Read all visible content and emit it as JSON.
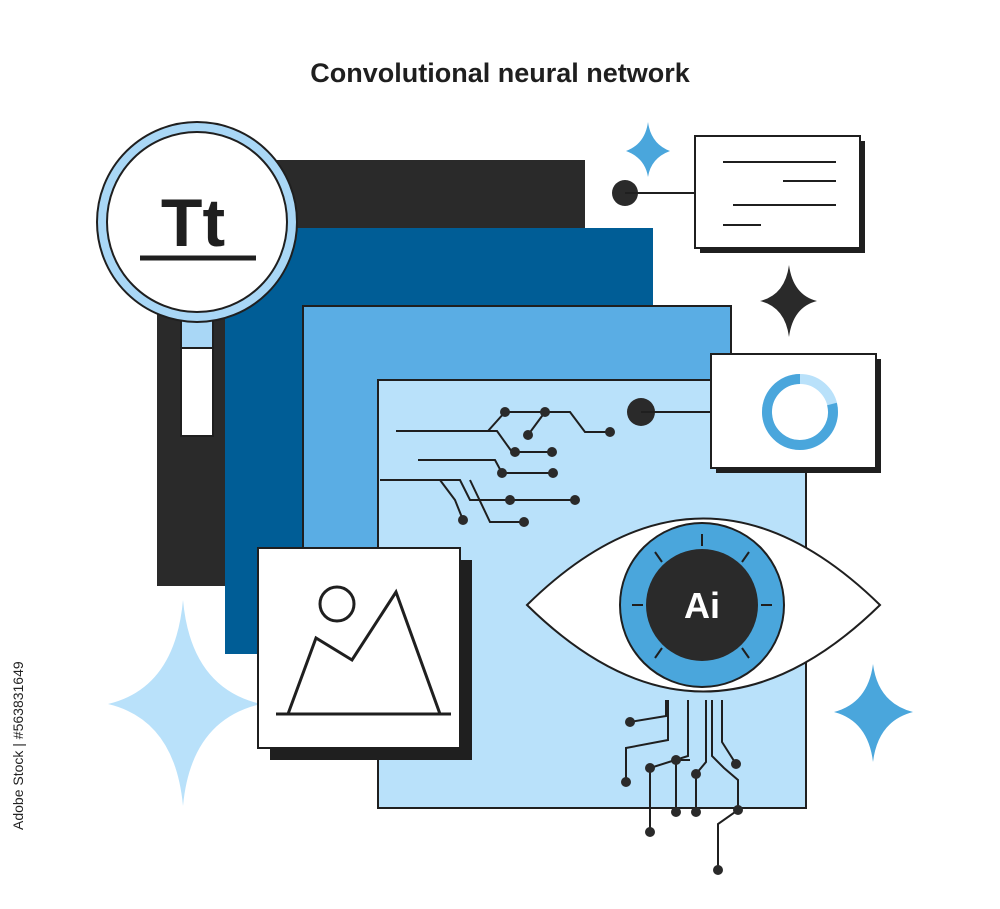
{
  "title": "Convolutional neural network",
  "magnifier": {
    "label": "Tt"
  },
  "eye": {
    "label": "Ai"
  },
  "side_id": "Adobe Stock | #563831649",
  "watermark": "Adobe Stock",
  "colors": {
    "dark": "#2a2a2a",
    "navy": "#005d96",
    "mid_blue": "#5aade4",
    "light_blue": "#b9e1fa",
    "pale_blue": "#a9d7f6",
    "sky": "#4aa6dc",
    "ink": "#1f1f1f"
  },
  "icons": [
    "magnifier-icon",
    "text-card-icon",
    "progress-ring-icon",
    "image-placeholder-icon",
    "ai-eye-icon",
    "sparkle-icon",
    "circuit-icon"
  ]
}
